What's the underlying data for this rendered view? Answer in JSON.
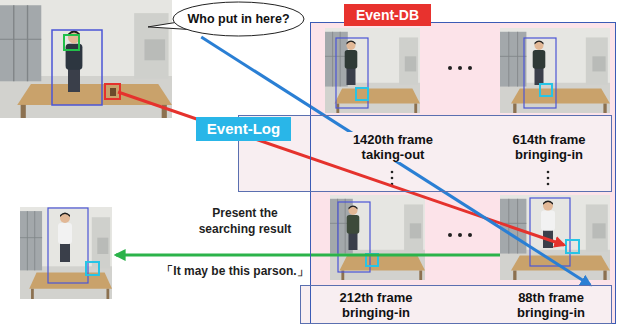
{
  "diagram": {
    "nodes": [
      {
        "text": [
          "Who put in here?"
        ]
      },
      {
        "text": [
          "Event-DB"
        ]
      },
      {
        "text": [
          "Event-Log",
          "1420th frame taking-out",
          "614th frame bringing-in"
        ]
      },
      {
        "text": [
          "212th frame bringing-in",
          "88th frame bringing-in"
        ]
      }
    ],
    "edges": [
      {
        "from": 0,
        "to": 3,
        "arrow": "to"
      }
    ],
    "labels": [
      "Present the searching result",
      "「It may be this parson.」"
    ]
  }
}
